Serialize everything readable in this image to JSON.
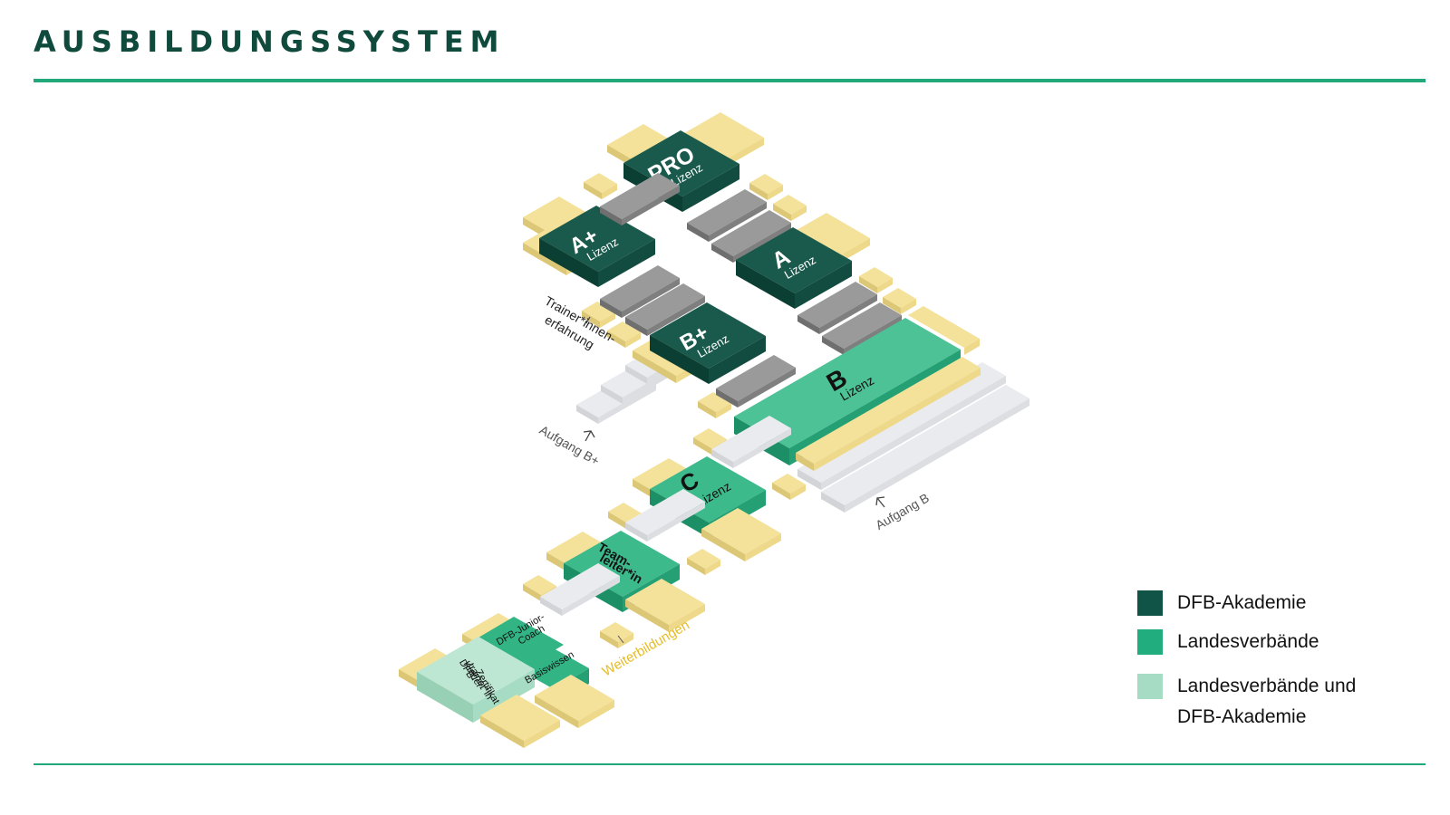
{
  "title": "AUSBILDUNGSSYSTEM",
  "colors": {
    "dfb": "#0f5446",
    "landesverbaende": "#21ad7e",
    "combined": "#a6dcc4",
    "weiterbildung": "#f6e49e",
    "experience": "#8c8c8c",
    "aufgang": "#e2e3e6",
    "text_weiterbildung": "#e5bc28"
  },
  "blocks": {
    "pro": {
      "big": "PRO",
      "small": "Lizenz"
    },
    "a_plus": {
      "big": "A+",
      "small": "Lizenz"
    },
    "a": {
      "big": "A",
      "small": "Lizenz"
    },
    "b_plus": {
      "big": "B+",
      "small": "Lizenz"
    },
    "b": {
      "big": "B",
      "small": "Lizenz"
    },
    "c": {
      "big": "C",
      "small": "Lizenz"
    },
    "teamleiter": {
      "line1": "Team-",
      "line2": "leiter*in"
    },
    "junior_coach": {
      "line1": "DFB-Junior-",
      "line2": "Coach"
    },
    "basiswissen": {
      "label": "Basiswissen"
    },
    "kindertrainer": {
      "line1": "DFB-",
      "line2": "Kinder-",
      "line3": "trainer*in",
      "line4": "Zertifikat"
    }
  },
  "annotations": {
    "trainer_erfahrung": {
      "line1": "Trainer*innen-",
      "line2": "erfahrung"
    },
    "aufgang_b_plus": "Aufgang B+",
    "aufgang_b": "Aufgang B",
    "weiterbildungen": "Weiterbildungen"
  },
  "legend": [
    {
      "label": "DFB-Akademie",
      "color": "#0f5446"
    },
    {
      "label": "Landesverbände",
      "color": "#21ad7e"
    },
    {
      "label_line1": "Landesverbände und",
      "label_line2": "DFB-Akademie",
      "color": "#a6dcc4"
    }
  ]
}
